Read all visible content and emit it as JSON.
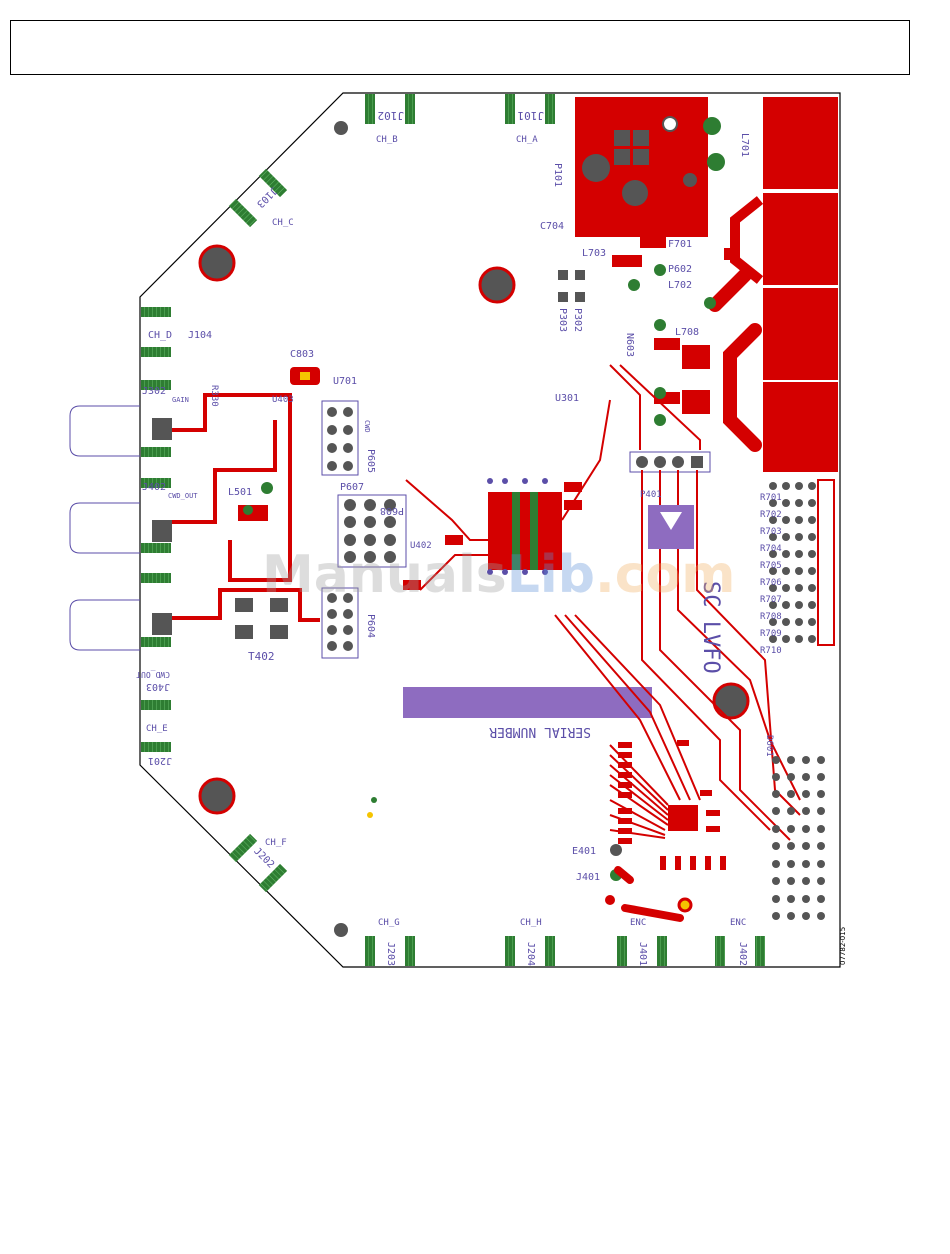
{
  "document": {
    "header_text": "",
    "figure_id": "07782-015",
    "watermark": {
      "part1": "Manuals",
      "part2": "Lib",
      "part3": ".com"
    }
  },
  "board": {
    "serial_label": "SERIAL NUMBER",
    "brand_text": "SC LVFO",
    "connectors": {
      "top": [
        {
          "ref": "J102",
          "label": "CH_B"
        },
        {
          "ref": "J101",
          "label": "CH_A"
        }
      ],
      "diag_upper": {
        "ref": "J103",
        "label": "CH_C"
      },
      "left": [
        {
          "ref": "J104",
          "label": "CH_D"
        },
        {
          "ref": "J302",
          "label": "GAIN"
        },
        {
          "ref": "J402",
          "label": "CWD_OUT"
        },
        {
          "ref": "J403",
          "label": "CWD_OUT"
        },
        {
          "ref": "J201",
          "label": "CH_E"
        }
      ],
      "diag_lower": {
        "ref": "J202",
        "label": "CH_F"
      },
      "bottom": [
        {
          "ref": "J203",
          "label": "CH_G"
        },
        {
          "ref": "J204",
          "label": "CH_H"
        },
        {
          "ref": "J401",
          "label": "ENC"
        },
        {
          "ref": "J402",
          "label": "ENC"
        }
      ]
    },
    "refdes": {
      "p101": "P101",
      "l701": "L701",
      "c704": "C704",
      "l703": "L703",
      "f701": "F701",
      "p602": "P602",
      "l702": "L702",
      "p302": "P302",
      "p303": "P303",
      "l708": "L708",
      "n603": "N603",
      "u301": "U301",
      "c803": "C803",
      "u701": "U701",
      "u403": "U403",
      "r330": "R330",
      "cwd": "CWD",
      "p605": "P605",
      "p607": "P607",
      "p608": "P608",
      "l501": "L501",
      "t402": "T402",
      "p604": "P604",
      "u402": "U402",
      "p401": "P401",
      "r701": "R701",
      "r702": "R702",
      "r703": "R703",
      "r704": "R704",
      "r705": "R705",
      "r706": "R706",
      "r707": "R707",
      "r708": "R708",
      "r709": "R709",
      "r710": "R710",
      "e401": "E401",
      "j401b": "J401",
      "d601": "D601"
    }
  },
  "colors": {
    "copper": "#d40000",
    "silkscreen": "#5b4ea8",
    "pad_green": "#2e7d32",
    "pad_gray": "#444444",
    "drill": "#555555",
    "serial_box": "#8e6cc0",
    "outline": "#000000",
    "watermark_gray": "#9e9e9e",
    "watermark_blue": "#5b8fd6",
    "watermark_orange": "#f0b060"
  }
}
